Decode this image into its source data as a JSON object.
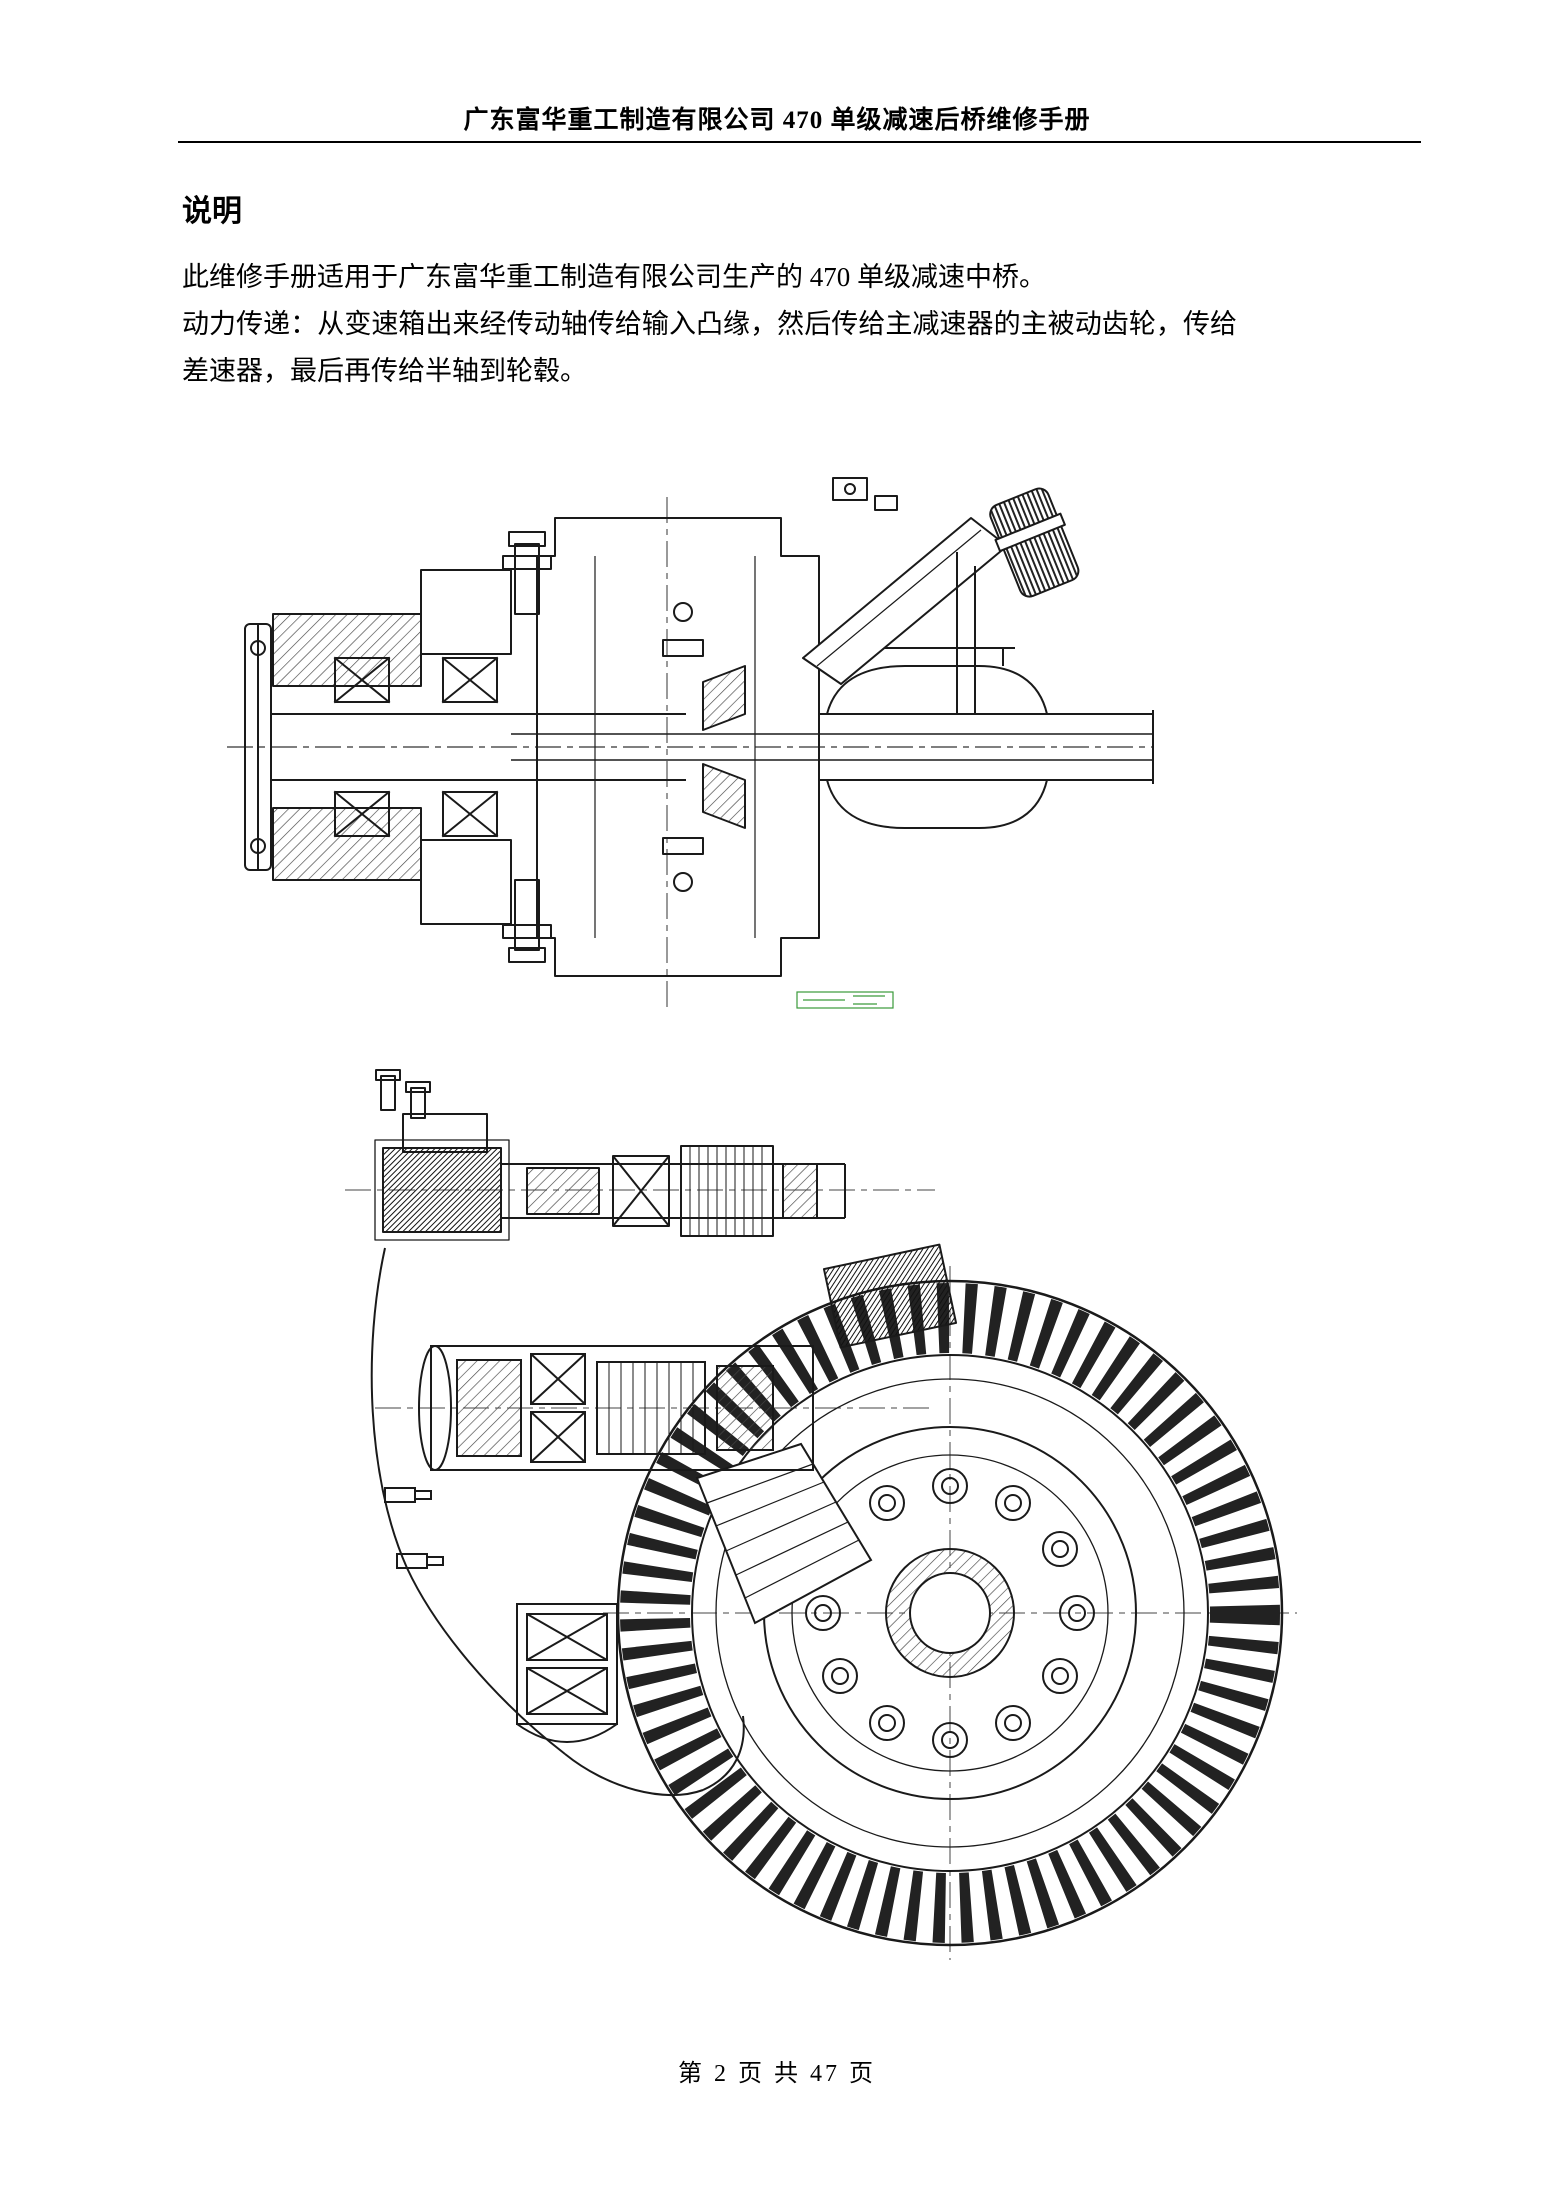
{
  "page": {
    "header_title": "广东富华重工制造有限公司 470 单级减速后桥维修手册",
    "footer_page_text": "第 2 页 共 47 页"
  },
  "content": {
    "section_heading": "说明",
    "paragraphs": [
      "此维修手册适用于广东富华重工制造有限公司生产的 470 单级减速中桥。",
      "动力传递：从变速箱出来经传动轴传给输入凸缘，然后传给主减速器的主被动齿轮，传给差速器，最后再传给半轴到轮毂。"
    ]
  },
  "figures": [
    {
      "name": "rear-axle-hub-cross-section-drawing"
    },
    {
      "name": "final-drive-gear-assembly-drawing"
    }
  ],
  "colors": {
    "line_ink": "#1a1a1a",
    "cad_stamp_green": "#3a9a3a"
  }
}
